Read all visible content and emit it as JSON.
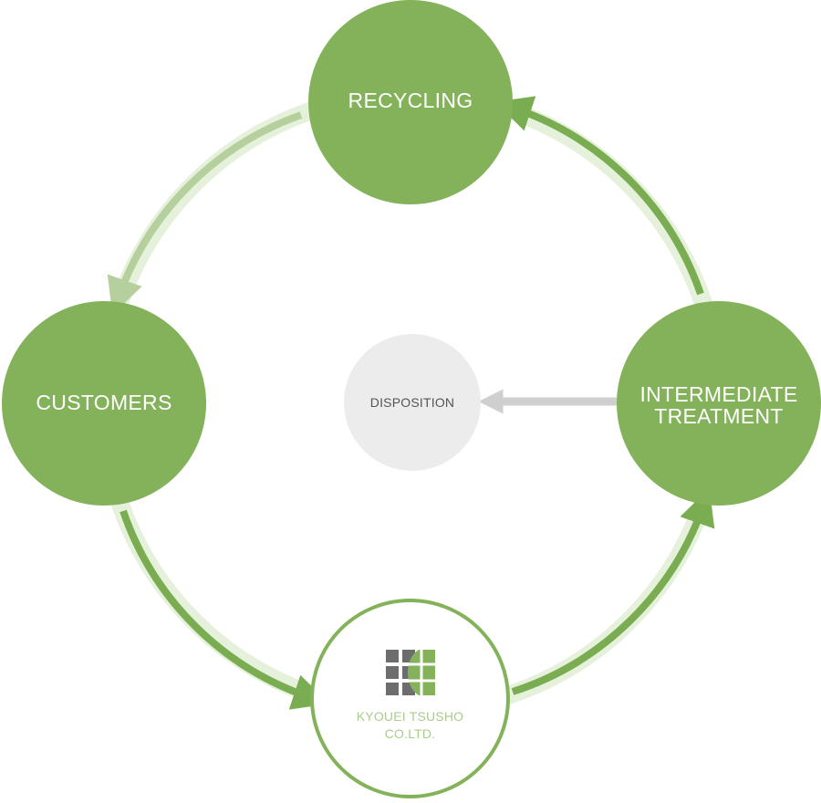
{
  "nodes": {
    "recycling": "RECYCLING",
    "customers": "CUSTOMERS",
    "intermediate_treatment": "INTERMEDIATE\nTREATMENT",
    "disposition": "DISPOSITION",
    "company": {
      "name_line1": "KYOUEI TSUSHO",
      "name_line2": "CO.LTD."
    }
  },
  "flows": [
    {
      "from": "recycling",
      "to": "customers",
      "style": "faded"
    },
    {
      "from": "customers",
      "to": "company",
      "style": "active"
    },
    {
      "from": "company",
      "to": "intermediate_treatment",
      "style": "active"
    },
    {
      "from": "intermediate_treatment",
      "to": "recycling",
      "style": "active"
    },
    {
      "from": "intermediate_treatment",
      "to": "disposition",
      "style": "gray"
    }
  ],
  "colors": {
    "node_green": "#84b25a",
    "ring_light": "#e6f1dc",
    "arrow_active": "#7aad52",
    "arrow_faded": "#b5cf9d",
    "arrow_gray": "#cfcfcf",
    "disposition_fill": "#ececec",
    "logo_gray": "#6d6d6d",
    "logo_green": "#84b25a",
    "company_text": "#a9cc8a"
  }
}
